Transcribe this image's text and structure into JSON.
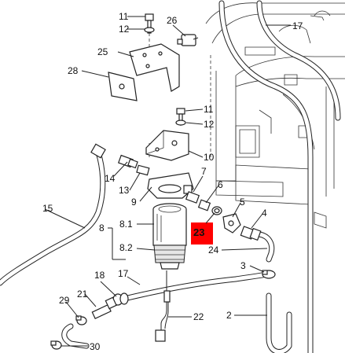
{
  "highlight": {
    "label": "23",
    "color": "#ff0000"
  },
  "callouts": {
    "c11a": "11",
    "c12a": "12",
    "c26": "26",
    "c17a": "17",
    "c25": "25",
    "c28": "28",
    "c11b": "11",
    "c12b": "12",
    "c10": "10",
    "c14": "14",
    "c13": "13",
    "c7": "7",
    "c6": "6",
    "c9": "9",
    "c5": "5",
    "c4": "4",
    "c15": "15",
    "c8": "8",
    "c81": "8.1",
    "c82": "8.2",
    "c24": "24",
    "c3": "3",
    "c18": "18",
    "c17b": "17",
    "c21": "21",
    "c29": "29",
    "c22": "22",
    "c2": "2",
    "c30": "30"
  }
}
